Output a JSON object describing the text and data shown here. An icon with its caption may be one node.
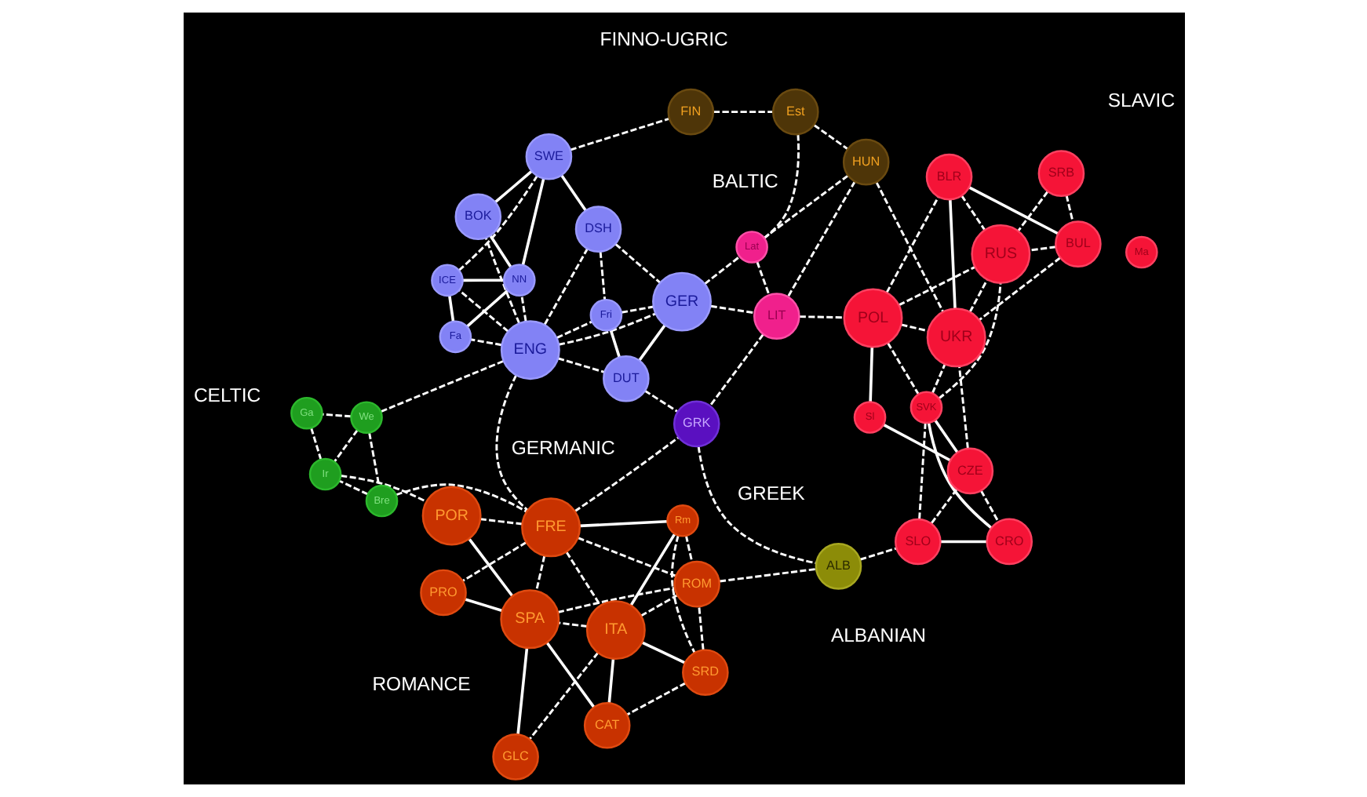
{
  "diagram": {
    "nodes": [
      {
        "text": [
          "We"
        ]
      },
      {
        "text": [
          "Bre"
        ]
      },
      {
        "text": [
          "Ga"
        ]
      },
      {
        "text": [
          "Ir"
        ]
      },
      {
        "text": [
          "ICE"
        ]
      },
      {
        "text": [
          "SWE"
        ]
      },
      {
        "text": [
          "NN"
        ]
      },
      {
        "text": [
          "Fa"
        ]
      },
      {
        "text": [
          "BOK"
        ]
      },
      {
        "text": [
          "DSH"
        ]
      },
      {
        "text": [
          "ENG"
        ]
      },
      {
        "text": [
          "GER"
        ]
      },
      {
        "text": [
          "Fri"
        ]
      },
      {
        "text": [
          "DUT"
        ]
      },
      {
        "text": [
          "FIN"
        ]
      },
      {
        "text": [
          "Est"
        ]
      },
      {
        "text": [
          "HUN"
        ]
      },
      {
        "text": [
          "Lat"
        ]
      },
      {
        "text": [
          "LIT"
        ]
      },
      {
        "text": [
          "FRE"
        ]
      },
      {
        "text": [
          "Rm"
        ]
      },
      {
        "text": [
          "ITA"
        ]
      },
      {
        "text": [
          "SRD"
        ]
      },
      {
        "text": [
          "PRO"
        ]
      },
      {
        "text": [
          "GLC"
        ]
      },
      {
        "text": [
          "CAT"
        ]
      },
      {
        "text": [
          "ROM"
        ]
      },
      {
        "text": [
          "POR"
        ]
      },
      {
        "text": [
          "SPA"
        ]
      },
      {
        "text": [
          "GRK"
        ]
      },
      {
        "text": [
          "ALB"
        ]
      },
      {
        "text": [
          "POL"
        ]
      },
      {
        "text": [
          "Sl"
        ]
      },
      {
        "text": [
          "UKR"
        ]
      },
      {
        "text": [
          "CZE"
        ]
      },
      {
        "text": [
          "BLR"
        ]
      },
      {
        "text": [
          "SVK"
        ]
      },
      {
        "text": [
          "Ma"
        ]
      },
      {
        "text": [
          "BUL"
        ]
      },
      {
        "text": [
          "SLO"
        ]
      },
      {
        "text": [
          "CRO"
        ]
      },
      {
        "text": [
          "SRB"
        ]
      },
      {
        "text": [
          "RUS"
        ]
      }
    ],
    "edges": [
      {
        "from": 0,
        "to": 1,
        "arrow": "none",
        "style": "dashed"
      },
      {
        "from": 0,
        "to": 2,
        "arrow": "none",
        "style": "dashed"
      },
      {
        "from": 0,
        "to": 3,
        "arrow": "none",
        "style": "dashed"
      },
      {
        "from": 1,
        "to": 3,
        "arrow": "none",
        "style": "dashed"
      },
      {
        "from": 2,
        "to": 3,
        "arrow": "none",
        "style": "dashed"
      },
      {
        "from": 0,
        "to": 10,
        "arrow": "none",
        "style": "dashed"
      },
      {
        "from": 1,
        "to": 19,
        "arrow": "none",
        "style": "dashed"
      },
      {
        "from": 3,
        "to": 27,
        "arrow": "none",
        "style": "dashed"
      },
      {
        "from": 4,
        "to": 5,
        "arrow": "none",
        "style": "dashed"
      },
      {
        "from": 4,
        "to": 6,
        "arrow": "none"
      },
      {
        "from": 4,
        "to": 7,
        "arrow": "none"
      },
      {
        "from": 7,
        "to": 6,
        "arrow": "none"
      },
      {
        "from": 6,
        "to": 5,
        "arrow": "none"
      },
      {
        "from": 6,
        "to": 8,
        "arrow": "none"
      },
      {
        "from": 5,
        "to": 8,
        "arrow": "none"
      },
      {
        "from": 5,
        "to": 9,
        "arrow": "none"
      },
      {
        "from": 10,
        "to": 4,
        "arrow": "none",
        "style": "dashed"
      },
      {
        "from": 10,
        "to": 7,
        "arrow": "none",
        "style": "dashed"
      },
      {
        "from": 10,
        "to": 6,
        "arrow": "none",
        "style": "dashed"
      },
      {
        "from": 10,
        "to": 8,
        "arrow": "none",
        "style": "dashed"
      },
      {
        "from": 10,
        "to": 9,
        "arrow": "none",
        "style": "dashed"
      },
      {
        "from": 9,
        "to": 11,
        "arrow": "none",
        "style": "dashed"
      },
      {
        "from": 9,
        "to": 12,
        "arrow": "none",
        "style": "dashed"
      },
      {
        "from": 10,
        "to": 11,
        "arrow": "none",
        "style": "dashed"
      },
      {
        "from": 10,
        "to": 12,
        "arrow": "none",
        "style": "dashed"
      },
      {
        "from": 12,
        "to": 11,
        "arrow": "none",
        "style": "dashed"
      },
      {
        "from": 10,
        "to": 13,
        "arrow": "none",
        "style": "dashed"
      },
      {
        "from": 12,
        "to": 13,
        "arrow": "none"
      },
      {
        "from": 13,
        "to": 11,
        "arrow": "none"
      },
      {
        "from": 10,
        "to": 19,
        "arrow": "none",
        "style": "dashed"
      },
      {
        "from": 5,
        "to": 14,
        "arrow": "none",
        "style": "dashed"
      },
      {
        "from": 11,
        "to": 17,
        "arrow": "none",
        "style": "dashed"
      },
      {
        "from": 11,
        "to": 18,
        "arrow": "none",
        "style": "dashed"
      },
      {
        "from": 13,
        "to": 29,
        "arrow": "none",
        "style": "dashed"
      },
      {
        "from": 14,
        "to": 15,
        "arrow": "none",
        "style": "dashed"
      },
      {
        "from": 15,
        "to": 16,
        "arrow": "none",
        "style": "dashed"
      },
      {
        "from": 15,
        "to": 17,
        "arrow": "none",
        "style": "dashed"
      },
      {
        "from": 16,
        "to": 17,
        "arrow": "none",
        "style": "dashed"
      },
      {
        "from": 16,
        "to": 18,
        "arrow": "none",
        "style": "dashed"
      },
      {
        "from": 16,
        "to": 33,
        "arrow": "none",
        "style": "dashed"
      },
      {
        "from": 17,
        "to": 18,
        "arrow": "none",
        "style": "dashed"
      },
      {
        "from": 18,
        "to": 31,
        "arrow": "none",
        "style": "dashed"
      },
      {
        "from": 18,
        "to": 29,
        "arrow": "none",
        "style": "dashed"
      },
      {
        "from": 19,
        "to": 20,
        "arrow": "none"
      },
      {
        "from": 19,
        "to": 21,
        "arrow": "none",
        "style": "dashed"
      },
      {
        "from": 19,
        "to": 27,
        "arrow": "none",
        "style": "dashed"
      },
      {
        "from": 19,
        "to": 23,
        "arrow": "none",
        "style": "dashed"
      },
      {
        "from": 19,
        "to": 28,
        "arrow": "none",
        "style": "dashed"
      },
      {
        "from": 19,
        "to": 26,
        "arrow": "none",
        "style": "dashed"
      },
      {
        "from": 19,
        "to": 29,
        "arrow": "none",
        "style": "dashed"
      },
      {
        "from": 20,
        "to": 21,
        "arrow": "none"
      },
      {
        "from": 20,
        "to": 22,
        "arrow": "none",
        "style": "dashed"
      },
      {
        "from": 20,
        "to": 26,
        "arrow": "none",
        "style": "dashed"
      },
      {
        "from": 21,
        "to": 22,
        "arrow": "none"
      },
      {
        "from": 21,
        "to": 25,
        "arrow": "none"
      },
      {
        "from": 21,
        "to": 26,
        "arrow": "none",
        "style": "dashed"
      },
      {
        "from": 21,
        "to": 28,
        "arrow": "none",
        "style": "dashed"
      },
      {
        "from": 21,
        "to": 24,
        "arrow": "none",
        "style": "dashed"
      },
      {
        "from": 22,
        "to": 26,
        "arrow": "none",
        "style": "dashed"
      },
      {
        "from": 22,
        "to": 25,
        "arrow": "none",
        "style": "dashed"
      },
      {
        "from": 23,
        "to": 28,
        "arrow": "none"
      },
      {
        "from": 24,
        "to": 28,
        "arrow": "none"
      },
      {
        "from": 27,
        "to": 28,
        "arrow": "none"
      },
      {
        "from": 25,
        "to": 28,
        "arrow": "none"
      },
      {
        "from": 28,
        "to": 26,
        "arrow": "none",
        "style": "dashed"
      },
      {
        "from": 26,
        "to": 30,
        "arrow": "none",
        "style": "dashed"
      },
      {
        "from": 29,
        "to": 30,
        "arrow": "none",
        "style": "dashed"
      },
      {
        "from": 30,
        "to": 39,
        "arrow": "none",
        "style": "dashed"
      },
      {
        "from": 31,
        "to": 32,
        "arrow": "none"
      },
      {
        "from": 32,
        "to": 34,
        "arrow": "none"
      },
      {
        "from": 31,
        "to": 36,
        "arrow": "none",
        "style": "dashed"
      },
      {
        "from": 31,
        "to": 33,
        "arrow": "none",
        "style": "dashed"
      },
      {
        "from": 31,
        "to": 35,
        "arrow": "none",
        "style": "dashed"
      },
      {
        "from": 31,
        "to": 42,
        "arrow": "none",
        "style": "dashed"
      },
      {
        "from": 34,
        "to": 33,
        "arrow": "none",
        "style": "dashed"
      },
      {
        "from": 34,
        "to": 36,
        "arrow": "none"
      },
      {
        "from": 34,
        "to": 39,
        "arrow": "none",
        "style": "dashed"
      },
      {
        "from": 34,
        "to": 40,
        "arrow": "none",
        "style": "dashed"
      },
      {
        "from": 36,
        "to": 33,
        "arrow": "none",
        "style": "dashed"
      },
      {
        "from": 36,
        "to": 40,
        "arrow": "none"
      },
      {
        "from": 36,
        "to": 39,
        "arrow": "none",
        "style": "dashed"
      },
      {
        "from": 36,
        "to": 42,
        "arrow": "none",
        "style": "dashed"
      },
      {
        "from": 39,
        "to": 40,
        "arrow": "none"
      },
      {
        "from": 41,
        "to": 38,
        "arrow": "none",
        "style": "dashed"
      },
      {
        "from": 41,
        "to": 42,
        "arrow": "none",
        "style": "dashed"
      },
      {
        "from": 38,
        "to": 35,
        "arrow": "none"
      },
      {
        "from": 38,
        "to": 33,
        "arrow": "none",
        "style": "dashed"
      },
      {
        "from": 38,
        "to": 42,
        "arrow": "none",
        "style": "dashed"
      },
      {
        "from": 35,
        "to": 33,
        "arrow": "none"
      },
      {
        "from": 35,
        "to": 42,
        "arrow": "none",
        "style": "dashed"
      },
      {
        "from": 33,
        "to": 42,
        "arrow": "none",
        "style": "dashed"
      }
    ],
    "labels": [
      "FINNO-UGRIC",
      "BALTIC",
      "CELTIC",
      "GERMANIC",
      "GREEK",
      "ROMANCE",
      "ALBANIAN",
      "SLAVIC"
    ]
  }
}
